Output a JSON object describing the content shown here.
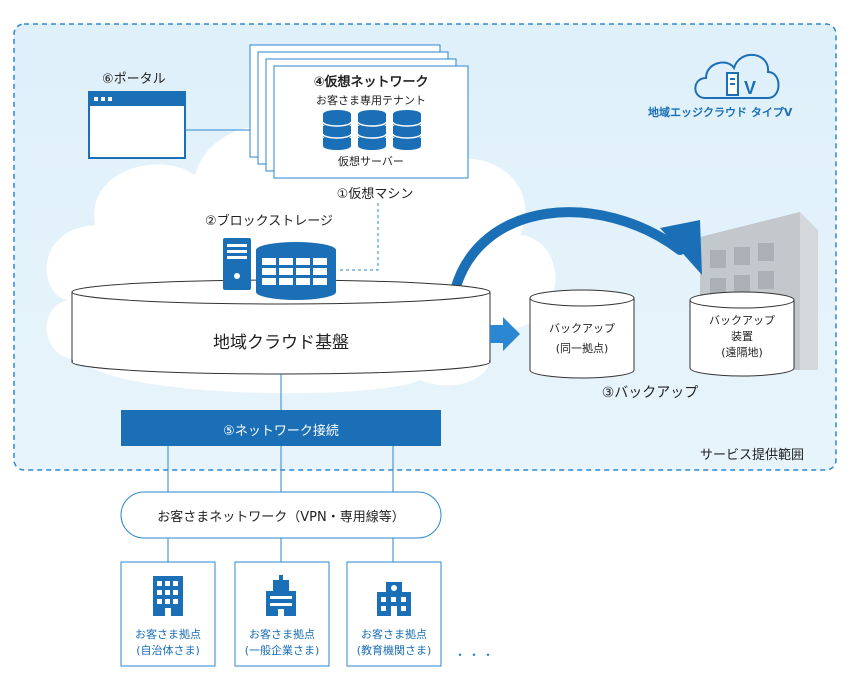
{
  "scope_label": "サービス提供範囲",
  "brand": {
    "name": "地域エッジクラウド タイプV",
    "colors": {
      "primary": "#1b6fb6",
      "accent": "#2b87d1",
      "area_bg": "#e4f2fa",
      "border": "#2b87d1"
    }
  },
  "portal": {
    "label": "⑥ポータル"
  },
  "virtual_network": {
    "title": "④仮想ネットワーク",
    "tenant": "お客さま専用テナント",
    "servers_label": "仮想サーバー"
  },
  "virtual_machine": {
    "label": "①仮想マシン"
  },
  "block_storage": {
    "label": "②ブロックストレージ"
  },
  "platform": {
    "label": "地域クラウド基盤"
  },
  "backup": {
    "title": "③バックアップ",
    "local": {
      "line1": "バックアップ",
      "line2": "(同一拠点)"
    },
    "remote": {
      "line1": "バックアップ",
      "line2": "装置",
      "line3": "(遠隔地)"
    }
  },
  "network_connection": {
    "label": "⑤ネットワーク接続"
  },
  "customer_network": {
    "label": "お客さまネットワーク（VPN・専用線等）"
  },
  "sites": [
    {
      "icon": "office-building-icon",
      "line1": "お客さま拠点",
      "line2": "(自治体さま)"
    },
    {
      "icon": "factory-building-icon",
      "line1": "お客さま拠点",
      "line2": "(一般企業さま)"
    },
    {
      "icon": "school-building-icon",
      "line1": "お客さま拠点",
      "line2": "(教育機関さま)"
    }
  ],
  "ellipsis": "・・・"
}
